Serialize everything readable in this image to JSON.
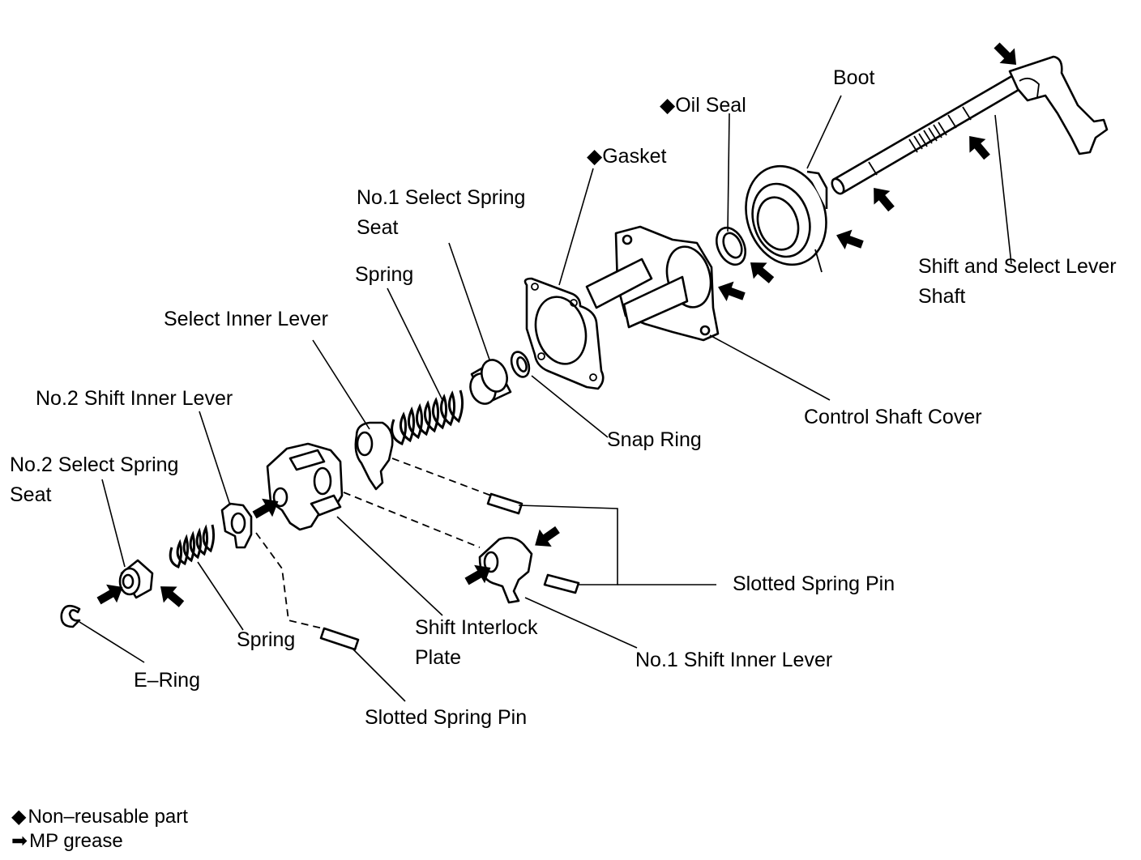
{
  "labels": {
    "boot": "Boot",
    "oil_seal": "◆Oil Seal",
    "gasket": "◆Gasket",
    "no1_select_spring_seat": [
      "No.1 Select Spring",
      "Seat"
    ],
    "spring_upper": "Spring",
    "select_inner_lever": "Select Inner Lever",
    "shift_and_select_lever_shaft": [
      "Shift and Select Lever",
      "Shaft"
    ],
    "snap_ring": "Snap Ring",
    "control_shaft_cover": "Control Shaft Cover",
    "no2_shift_inner_lever": "No.2 Shift Inner Lever",
    "no2_select_spring_seat": [
      "No.2 Select Spring",
      "Seat"
    ],
    "slotted_spring_pin_right": "Slotted Spring Pin",
    "shift_interlock_plate": [
      "Shift Interlock",
      "Plate"
    ],
    "spring_lower": "Spring",
    "no1_shift_inner_lever": "No.1 Shift Inner Lever",
    "e_ring": "E–Ring",
    "slotted_spring_pin_bottom": "Slotted Spring Pin"
  },
  "legend": {
    "non_reusable": "Non–reusable part",
    "mp_grease": "MP grease",
    "non_reusable_symbol": "◆",
    "mp_grease_symbol": "➡"
  }
}
